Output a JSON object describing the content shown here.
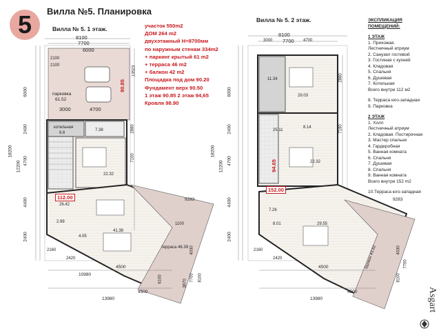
{
  "header": {
    "badge": "5",
    "title": "Вилла №5. Планировка",
    "floor1_label": "Вилла № 5. 1 этаж.",
    "floor2_label": "Вилла № 5. 2 этаж."
  },
  "specs": [
    {
      "text": "участок 550m2",
      "color": "red"
    },
    {
      "text": "ДОМ 264 m2",
      "color": "red"
    },
    {
      "text": "двухэтажный H=8700мм",
      "color": "red"
    },
    {
      "text": "по наружным стенам 334m2",
      "color": "red"
    },
    {
      "text": "+ паркинг крытый 61  m2",
      "color": "red"
    },
    {
      "text": "+ терраса 46 m2",
      "color": "red"
    },
    {
      "text": "+ балкон 42 m2",
      "color": "red"
    },
    {
      "text": "Площадка под дом 90.20",
      "color": "red"
    },
    {
      "text": "Фундамент верх 90.50",
      "color": "red"
    },
    {
      "text": "1 этаж 90.85 2 этаж 94,65",
      "color": "red"
    },
    {
      "text": "Кровля 98.90",
      "color": "red"
    }
  ],
  "legend": {
    "title1": "ЭКСПЛИКАЦИЯ",
    "title2": "ПОМЕЩЕНИЙ:",
    "floor1_head": "1 ЭТАЖ",
    "floor1_items": [
      "1. Прихожая.",
      "    Лестничный атриум",
      "2. Санузел гостевой",
      "3. Гостиная с кухней",
      "4. Кладовая",
      "5. Спальня",
      "6. Душевая",
      "7. Котельная",
      "    Всего внутри  112 м2"
    ],
    "floor1_extra": [
      "8. Терраса юго-западная",
      "9. Парковка"
    ],
    "floor2_head": "2 ЭТАЖ",
    "floor2_items": [
      "1. Холл",
      "    Лестничный атриум",
      "2. Кладовая. Постирочная",
      "3. Мастер спальня",
      "4. Гардеробная",
      "5. Ванная комната",
      "6. Спальня",
      "7. Душевая",
      "8. Спальня",
      "9. Ванная комната",
      "    Всего внутри  152 m2"
    ],
    "floor2_extra": [
      "10.Терраса юго-западная"
    ]
  },
  "plan1": {
    "dims_top": [
      "8100",
      "7700",
      "6000",
      "2100",
      "2100"
    ],
    "parking": {
      "name": "парковка",
      "area": "61.52"
    },
    "level": "90.85",
    "dims_mid": [
      "3000",
      "4700"
    ],
    "boiler": {
      "name": "котельная",
      "area": "6.6"
    },
    "rooms": [
      "7.38",
      "22.32",
      "26.42",
      "2.99",
      "4.05",
      "41.38"
    ],
    "total": "112.00",
    "terrace": {
      "name": "терраса",
      "area": "46.39"
    },
    "left_dims": [
      "18200",
      "6000",
      "2400",
      "12200",
      "4700",
      "4400",
      "2400"
    ],
    "right_dims": [
      "13523",
      "2880",
      "7100"
    ],
    "bottom_dims": [
      "10980",
      "4500",
      "13980",
      "4500",
      "2160",
      "2420",
      "6100",
      "7700",
      "8100",
      "4030",
      "3670"
    ],
    "diag_dims": [
      "9283",
      "1100"
    ]
  },
  "plan2": {
    "dims_top": [
      "8100",
      "7700",
      "3000",
      "4700"
    ],
    "rooms": [
      "11.34",
      "29.03",
      "25.11",
      "8.14",
      "22.32",
      "7.26",
      "8.01",
      "29.55"
    ],
    "total": "152.00",
    "level": "94.65",
    "balcony": {
      "name": "балкон",
      "area": "43.82"
    },
    "left_dims": [
      "18200",
      "6000",
      "2400",
      "12200",
      "4700",
      "4400",
      "2400"
    ],
    "right_dims": [
      "2880",
      "7190"
    ],
    "bottom_dims": [
      "4500",
      "13980",
      "4500",
      "2160",
      "2420",
      "8100",
      "7700",
      "4030"
    ],
    "diag_dims": [
      "9283"
    ]
  },
  "brand": {
    "name": "Asgart"
  },
  "colors": {
    "accent_red": "#c8191e",
    "badge": "#e8a8a0",
    "terrace": "#e0d0cc",
    "wall": "#222222",
    "grey_zone": "#d4d4d4"
  }
}
